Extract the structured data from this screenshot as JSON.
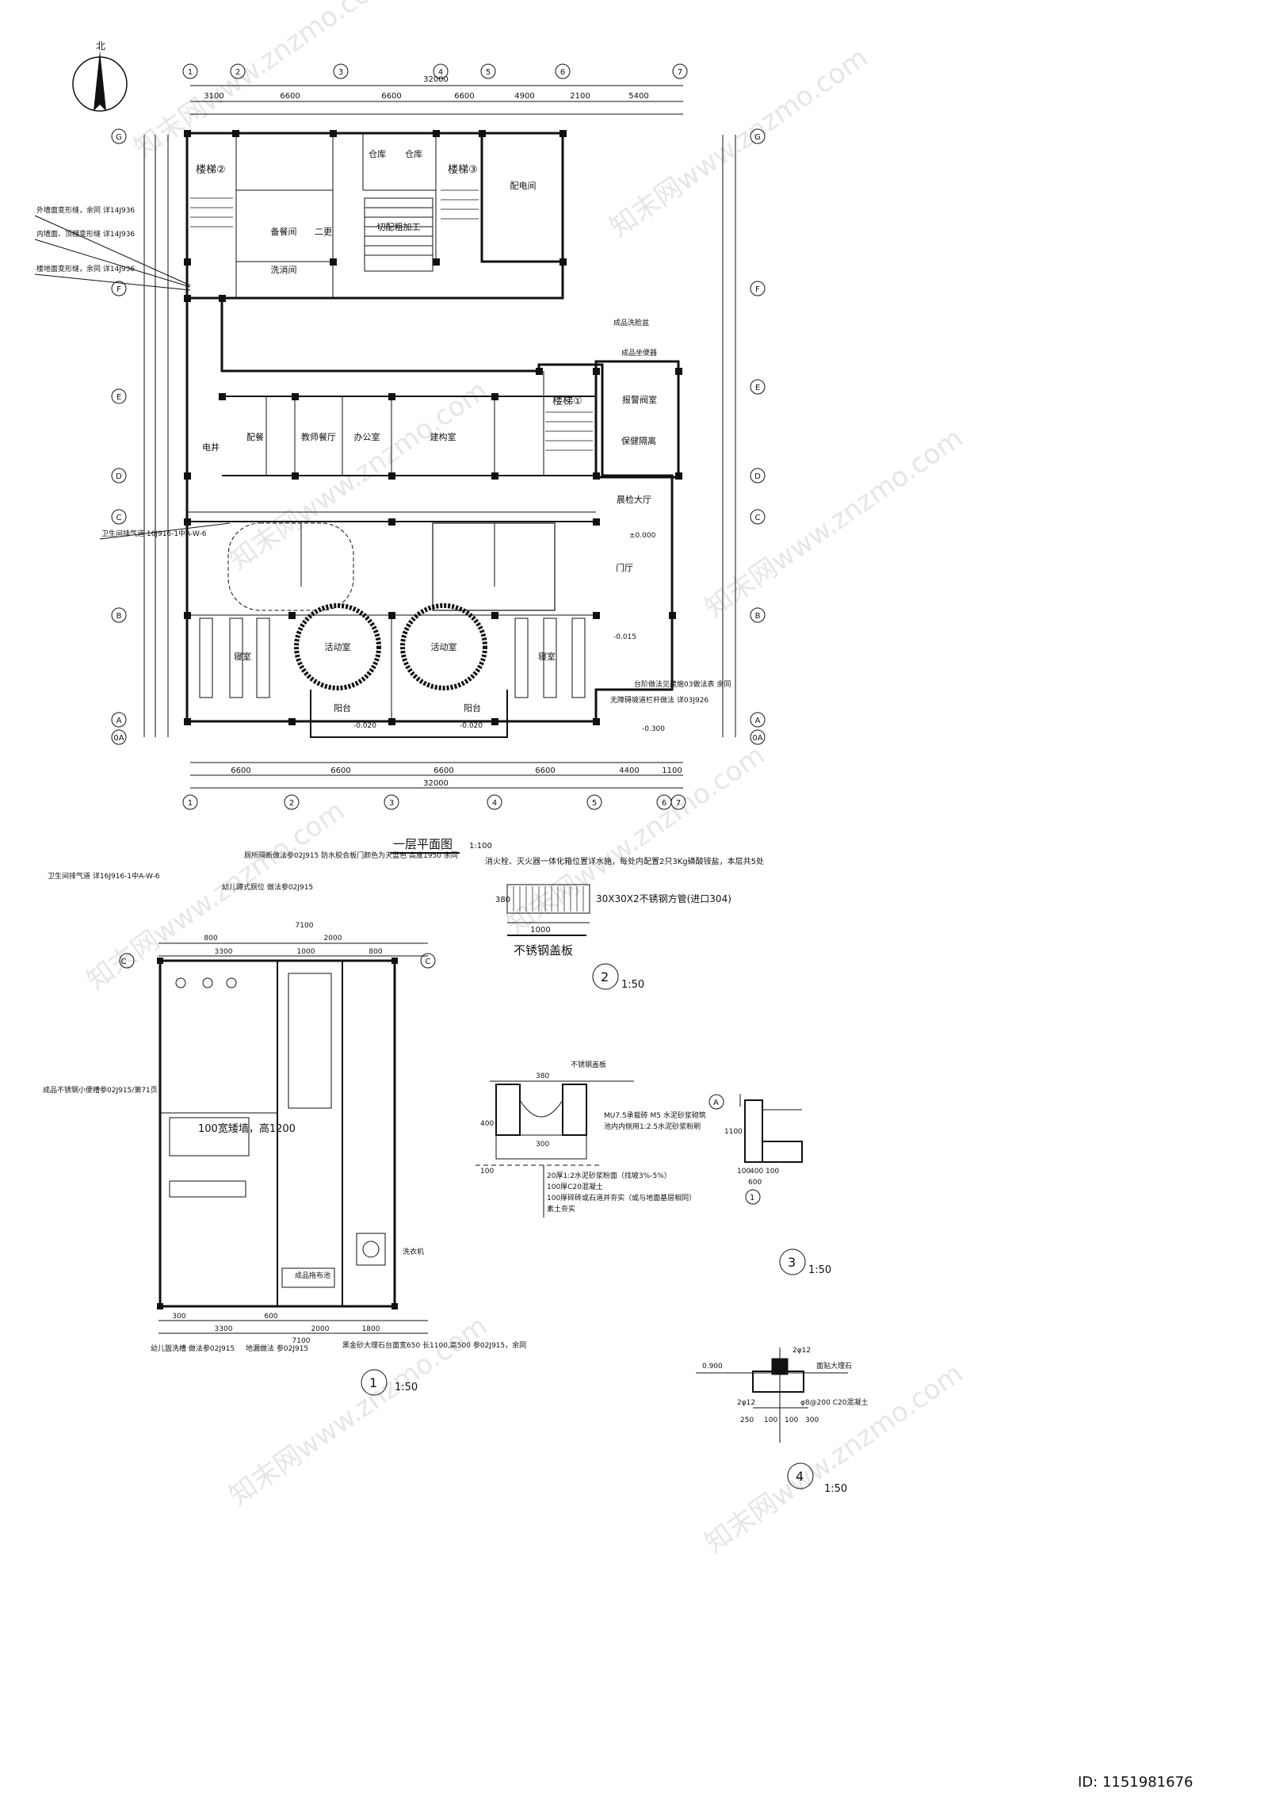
{
  "north_label": "北",
  "main_plan": {
    "title": "一层平面图",
    "scale": "1:100",
    "note": "消火栓、灭火器一体化箱位置详水施，每处内配置2只3Kg磷酸铵盐，本层共5处",
    "total_dim": "32000",
    "top_segments": [
      "3100",
      "6600",
      "6600",
      "6600",
      "4900",
      "2100",
      "5400"
    ],
    "bottom_segments": [
      "6600",
      "6600",
      "6600",
      "6600",
      "4400",
      "1100"
    ],
    "top_axes": [
      "1",
      "2",
      "3",
      "4",
      "5",
      "6",
      "7"
    ],
    "bottom_axes": [
      "1",
      "2",
      "3",
      "4",
      "5",
      "6",
      "7"
    ],
    "left_axes": [
      "G",
      "F",
      "E",
      "D",
      "C",
      "B",
      "A",
      "0A"
    ],
    "rooms": [
      {
        "id": "stair2",
        "label": "楼梯②"
      },
      {
        "id": "stair3",
        "label": "楼梯③"
      },
      {
        "id": "stair1",
        "label": "楼梯①"
      },
      {
        "id": "power",
        "label": "配电间"
      },
      {
        "id": "store1",
        "label": "仓库"
      },
      {
        "id": "store2",
        "label": "仓库"
      },
      {
        "id": "cutting",
        "label": "切配粗加工"
      },
      {
        "id": "prep",
        "label": "备餐间"
      },
      {
        "id": "wash",
        "label": "洗消间"
      },
      {
        "id": "change",
        "label": "二更"
      },
      {
        "id": "elec",
        "label": "电井"
      },
      {
        "id": "serve",
        "label": "配餐"
      },
      {
        "id": "teacher_dining",
        "label": "教师餐厅"
      },
      {
        "id": "office",
        "label": "办公室"
      },
      {
        "id": "build",
        "label": "建构室"
      },
      {
        "id": "alarm",
        "label": "报警阀室"
      },
      {
        "id": "health",
        "label": "保健隔离"
      },
      {
        "id": "morning",
        "label": "晨检大厅"
      },
      {
        "id": "foyer",
        "label": "门厅"
      },
      {
        "id": "act1",
        "label": "活动室"
      },
      {
        "id": "act2",
        "label": "活动室"
      },
      {
        "id": "bed1",
        "label": "寝室"
      },
      {
        "id": "bed2",
        "label": "寝室"
      },
      {
        "id": "balc1",
        "label": "阳台"
      },
      {
        "id": "balc2",
        "label": "阳台"
      }
    ],
    "callouts": [
      "外墙面变形缝，余同 详14J936",
      "内墙面、顶棚变形缝 详14J936",
      "楼地面变形缝，余同 详14J936",
      "卫生间排气道 16J916-1中A-W-6",
      "成品洗脸盆",
      "成品坐便器",
      "无障碍坡道栏杆做法 详03J926",
      "台阶做法见建施03做法表 余同"
    ],
    "elevations": [
      "±0.000",
      "-0.015",
      "-0.020",
      "-0.020",
      "-0.300"
    ]
  },
  "detail1": {
    "number": "1",
    "scale": "1:50",
    "notes": [
      "卫生间排气道 详16J916-1中A-W-6",
      "幼儿蹲式厕位 做法参02J915",
      "厕所隔断做法参02J915 防水胶合板门颜色为天蓝色 高度1950 余同",
      "成品不锈钢小便槽参02J915/第71页",
      "100宽矮墙，高1200",
      "成品拖布池",
      "幼儿盥洗槽 做法参02J915",
      "地漏做法 参02J915",
      "黑金砂大理石台面宽650 长1100,高500 参02J915，余同",
      "洗衣机"
    ],
    "dims_top": [
      "800",
      "3300",
      "1000",
      "2000",
      "800",
      "7100"
    ],
    "dims_bottom": [
      "300",
      "3300",
      "600",
      "2000",
      "1800",
      "7100"
    ]
  },
  "detail2": {
    "number": "2",
    "scale": "1:50",
    "cover_title": "不锈钢盖板",
    "cover_spec": "30X30X2不锈钢方管(进口304)",
    "cover_dims": [
      "1000",
      "380"
    ],
    "section_notes": [
      "不锈钢盖板",
      "MU7.5承载砖 M5 水泥砂浆砌筑",
      "池内内侧用1:2.5水泥砂浆粉刷",
      "20厚1:2水泥砂浆粉面（找坡3%-5%）",
      "100厚C20混凝土",
      "100厚碎砖或石道并夯实（或与地面基层相同）",
      "素土夯实"
    ],
    "section_dims": [
      "380",
      "300",
      "400",
      "100"
    ]
  },
  "detail3": {
    "number": "3",
    "scale": "1:50",
    "dims": [
      "1100",
      "100",
      "400",
      "100",
      "600"
    ],
    "axis": "A",
    "bottom_axis": "1"
  },
  "detail4": {
    "number": "4",
    "scale": "1:50",
    "notes": [
      "面贴大理石",
      "φ8@200 C20混凝土",
      "2φ12",
      "2φ12",
      "0.900"
    ],
    "dims": [
      "250",
      "100",
      "100",
      "300"
    ]
  },
  "footer": {
    "id_text": "ID: 1151981676"
  },
  "watermark": "知末网www.znzmo.com"
}
